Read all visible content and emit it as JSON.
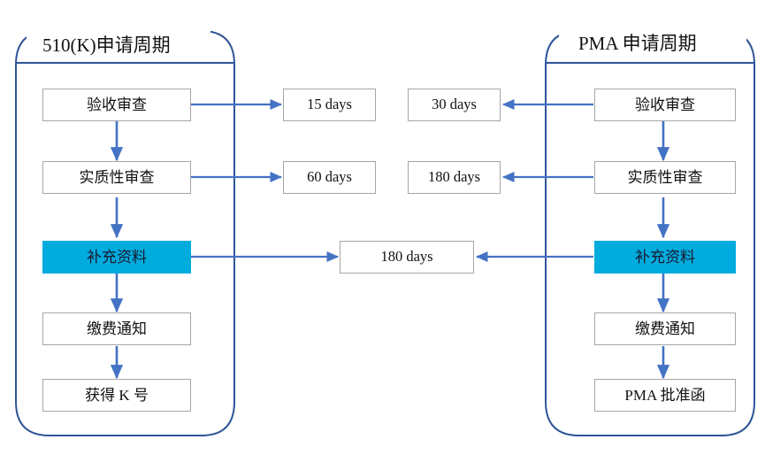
{
  "diagram": {
    "title_left": "510(K)申请周期",
    "title_right": "PMA 申请周期",
    "accent_line_color": "#4472C4",
    "highlight_color": "#00ABDE",
    "box_border_color": "#A6A6A6",
    "background_color": "#FFFFFF"
  },
  "left_lane": {
    "name": "510(K)申请周期",
    "steps": [
      {
        "label": "验收审查",
        "highlight": false
      },
      {
        "label": "实质性审查",
        "highlight": false
      },
      {
        "label": "补充资料",
        "highlight": true
      },
      {
        "label": "缴费通知",
        "highlight": false
      },
      {
        "label": "获得 K 号",
        "highlight": false
      }
    ]
  },
  "right_lane": {
    "name": "PMA 申请周期",
    "steps": [
      {
        "label": "验收审查",
        "highlight": false
      },
      {
        "label": "实质性审查",
        "highlight": false
      },
      {
        "label": "补充资料",
        "highlight": true
      },
      {
        "label": "缴费通知",
        "highlight": false
      },
      {
        "label": "PMA 批准函",
        "highlight": false
      }
    ]
  },
  "durations": {
    "left": [
      {
        "label": "15 days",
        "from_step": "验收审查"
      },
      {
        "label": "60 days",
        "from_step": "实质性审查"
      }
    ],
    "right": [
      {
        "label": "30 days",
        "from_step": "验收审查"
      },
      {
        "label": "180 days",
        "from_step": "实质性审查"
      }
    ],
    "shared": {
      "label": "180 days",
      "from_steps": "补充资料"
    }
  }
}
